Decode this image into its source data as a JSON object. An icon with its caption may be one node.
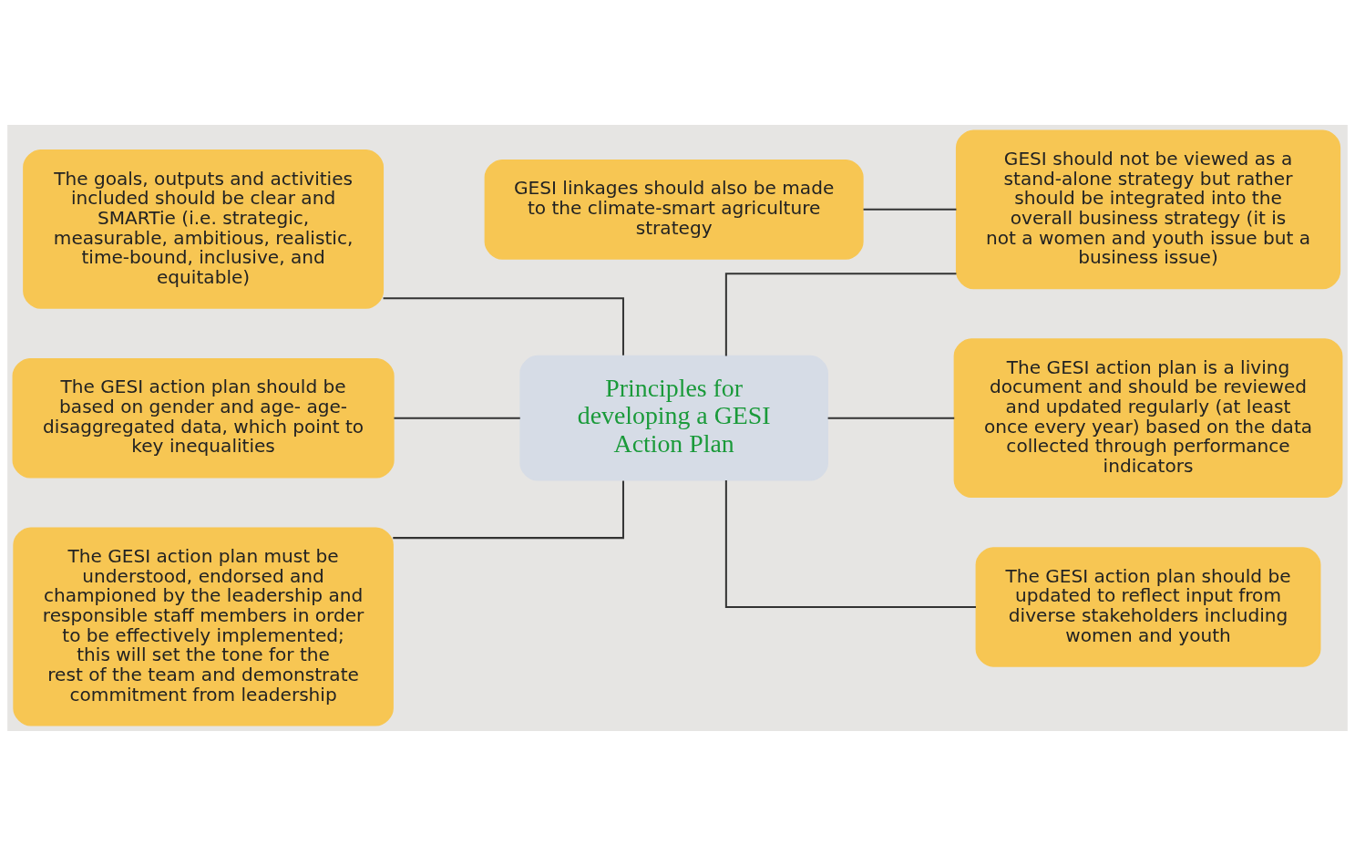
{
  "diagram": {
    "nodes": [
      {
        "text": [
          "Principles for developing a GESI Action Plan"
        ]
      },
      {
        "text": [
          "The goals, outputs and activities included should be clear and SMARTie (i.e. strategic, measurable, ambitious, realistic, time-bound, inclusive, and equitable)"
        ]
      },
      {
        "text": [
          "The GESI action plan should be based on gender and age- age-disaggregated data, which point to key inequalities"
        ]
      },
      {
        "text": [
          "GESI linkages should also be made to the climate-smart agriculture strategy"
        ]
      },
      {
        "text": [
          "GESI should not be viewed as a stand-alone strategy but rather should be integrated into the overall business strategy (it is not a women and youth issue but a business issue)"
        ]
      },
      {
        "text": [
          "The GESI action plan is a living document and should be reviewed and updated regularly (at least once every year) based on the data collected through performance indicators"
        ]
      },
      {
        "text": [
          "The GESI action plan should be updated to reflect input from diverse stakeholders including women and youth"
        ]
      },
      {
        "text": [
          "The GESI action plan must be understood, endorsed and championed by the leadership and responsible staff members in order to be effectively implemented; this will set the tone for the rest of the team and demonstrate commitment from leadership"
        ]
      }
    ],
    "edges": [
      {
        "from": 1,
        "to": 0,
        "arrow": "none"
      },
      {
        "from": 2,
        "to": 0,
        "arrow": "none"
      },
      {
        "from": 0,
        "to": 4,
        "arrow": "none"
      },
      {
        "from": 3,
        "to": 4,
        "arrow": "none"
      },
      {
        "from": 0,
        "to": 5,
        "arrow": "none"
      },
      {
        "from": 0,
        "to": 6,
        "arrow": "none"
      },
      {
        "from": 7,
        "to": 0,
        "arrow": "none"
      }
    ]
  }
}
